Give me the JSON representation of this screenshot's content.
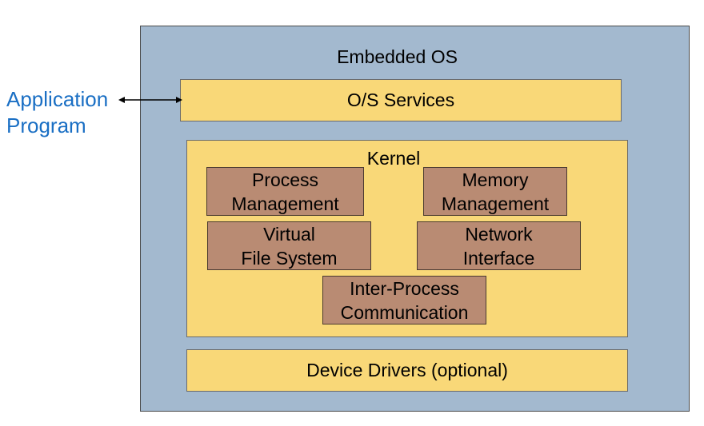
{
  "diagram": {
    "os_label": "Embedded OS",
    "services_label": "O/S Services",
    "kernel_label": "Kernel",
    "drivers_label": "Device Drivers (optional)",
    "app_label": {
      "line1": "Application",
      "line2": "Program"
    },
    "components": {
      "process": {
        "line1": "Process",
        "line2": "Management"
      },
      "memory": {
        "line1": "Memory",
        "line2": "Management"
      },
      "vfs": {
        "line1": "Virtual",
        "line2": "File System"
      },
      "network": {
        "line1": "Network",
        "line2": "Interface"
      },
      "ipc": {
        "line1": "Inter-Process",
        "line2": "Communication"
      }
    },
    "colors": {
      "os_frame": "#a3b9cf",
      "layer": "#f9d878",
      "component": "#b98b73",
      "app_text": "#1a6fc4"
    }
  }
}
